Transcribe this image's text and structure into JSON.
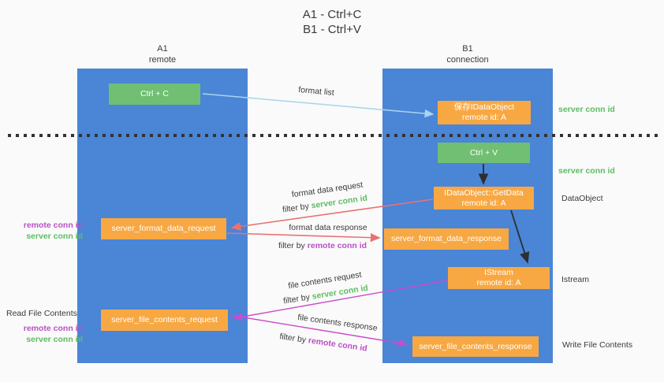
{
  "title": {
    "line1": "A1 - Ctrl+C",
    "line2": "B1 - Ctrl+V"
  },
  "lifelines": {
    "a1": {
      "name": "A1",
      "role": "remote"
    },
    "b1": {
      "name": "B1",
      "role": "connection"
    }
  },
  "nodes": {
    "ctrl_c": {
      "label": "Ctrl + C"
    },
    "ctrl_v": {
      "label": "Ctrl + V"
    },
    "save_dataobject": {
      "line1": "保存IDataObject",
      "line2": "remote id: A"
    },
    "getdata": {
      "line1": "IDataObject::GetData",
      "line2": "remote id: A"
    },
    "istream": {
      "line1": "IStream",
      "line2": "remote id: A"
    },
    "format_request": {
      "label": "server_format_data_request"
    },
    "format_response": {
      "label": "server_format_data_response"
    },
    "file_request": {
      "label": "server_file_contents_request"
    },
    "file_response": {
      "label": "server_file_contents_response"
    }
  },
  "arrow_labels": {
    "format_list": "format list",
    "format_data_request": "format data request",
    "format_data_response": "format data response",
    "file_contents_request": "file contents request",
    "file_contents_response": "file contents response",
    "filter_by": "filter by",
    "server_conn_id": "server conn id",
    "remote_conn_id": "remote conn id"
  },
  "side_labels": {
    "server_conn_id": "server conn id",
    "remote_conn_id": "remote conn id",
    "dataobject": "DataObject",
    "istream": "Istream",
    "read_file_contents": "Read File Contents",
    "write_file_contents": "Write File Contents"
  },
  "colors": {
    "lifeline_blue": "#4a85d6",
    "node_green": "#70bf73",
    "node_orange": "#f8a843",
    "arrow_lightblue": "#a8d4ee",
    "arrow_red": "#e87272",
    "arrow_magenta": "#cb4ccb",
    "arrow_black": "#2e2e2e",
    "label_green": "#5dbd62",
    "label_purple": "#b94fc6",
    "text_dark": "#3a3a3a",
    "background": "#fafafa"
  }
}
